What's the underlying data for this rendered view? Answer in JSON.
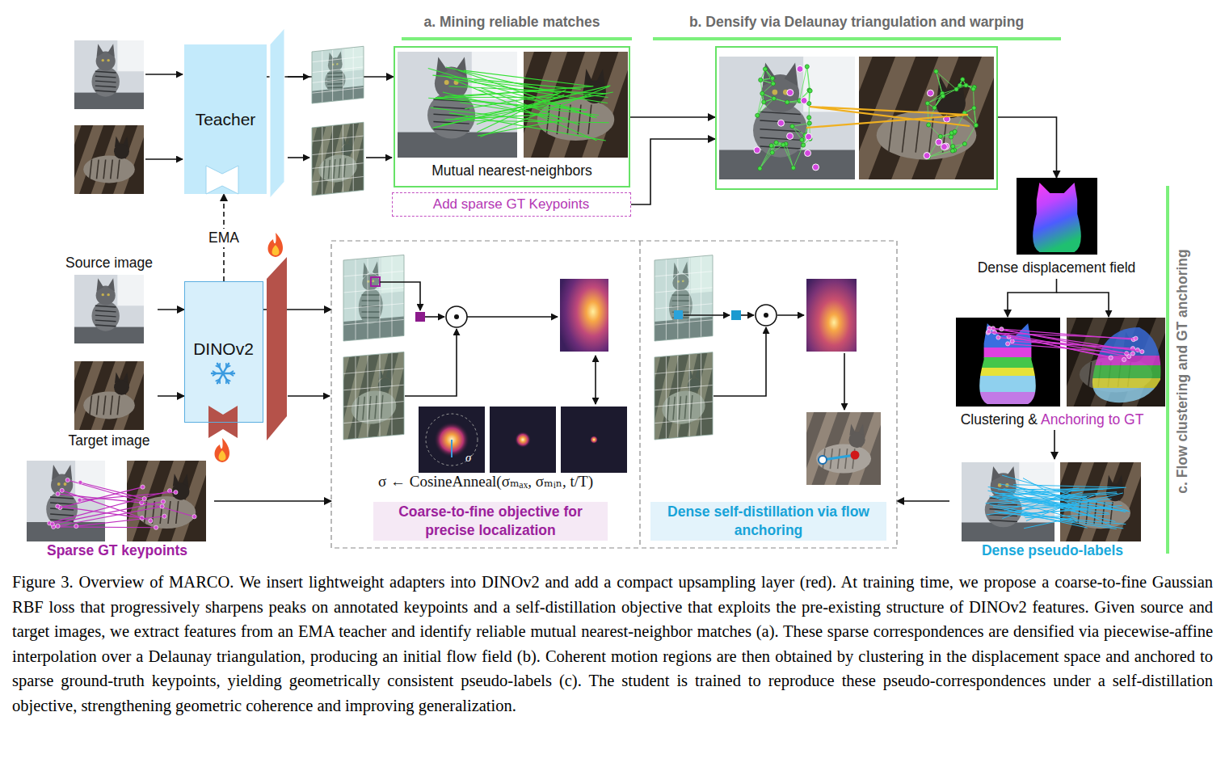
{
  "diagram": {
    "caption": "Figure 3. Overview of MARCO. We insert lightweight adapters into DINOv2 and add a compact upsampling layer (red). At training time, we propose a coarse-to-fine Gaussian RBF loss that progressively sharpens peaks on annotated keypoints and a self-distillation objective that exploits the pre-existing structure of DINOv2 features. Given source and target images, we extract features from an EMA teacher and identify reliable mutual nearest-neighbor matches (a). These sparse correspondences are densified via piecewise-affine interpolation over a Delaunay triangulation, producing an initial flow field (b). Coherent motion regions are then obtained by clustering in the displacement space and anchored to sparse ground-truth keypoints, yielding geometrically consistent pseudo-labels (c). The student is trained to reproduce these pseudo-correspondences under a self-distillation objective, strengthening geometric coherence and improving generalization.",
    "nodes": [
      {
        "text": [
          "Teacher"
        ]
      },
      {
        "text": [
          "a. Mining reliable matches",
          "Mutual nearest-neighbors"
        ]
      },
      {
        "text": [
          "Add sparse GT Keypoints"
        ]
      },
      {
        "text": [
          "b. Densify via Delaunay triangulation and warping"
        ]
      },
      {
        "text": [
          "Dense displacement field"
        ]
      },
      {
        "text": [
          "Source image"
        ]
      },
      {
        "text": [
          "DINOv2"
        ]
      },
      {
        "text": [
          "Target image"
        ]
      },
      {
        "text": [
          "σ",
          "σ ← CosineAnneal(σₘₐₓ, σₘᵢₙ, t/T)",
          "Coarse-to-fine objective for precise localization"
        ]
      },
      {
        "text": [
          "Dense self-distillation via flow anchoring"
        ]
      },
      {
        "text": [
          "Clustering &",
          "Anchoring to GT"
        ]
      },
      {
        "text": [
          "Sparse GT keypoints"
        ]
      },
      {
        "text": [
          "Dense pseudo-labels"
        ]
      }
    ],
    "edges": [
      {
        "from": 6,
        "to": 0,
        "label": "EMA",
        "arrow": "to"
      },
      {
        "from": 0,
        "to": 1,
        "arrow": "to"
      },
      {
        "from": 1,
        "to": 3,
        "arrow": "to"
      },
      {
        "from": 2,
        "to": 3,
        "arrow": "to"
      },
      {
        "from": 3,
        "to": 4,
        "arrow": "to"
      },
      {
        "from": 4,
        "to": 10,
        "arrow": "to"
      },
      {
        "from": 10,
        "to": 12,
        "arrow": "to"
      },
      {
        "from": 12,
        "to": 9,
        "arrow": "to"
      },
      {
        "from": 11,
        "to": 8,
        "arrow": "to"
      },
      {
        "from": 5,
        "to": 6,
        "arrow": "to"
      },
      {
        "from": 7,
        "to": 6,
        "arrow": "to"
      },
      {
        "from": 6,
        "to": 8,
        "arrow": "to"
      }
    ],
    "labels": [
      "c. Flow clustering and GT anchoring"
    ]
  }
}
